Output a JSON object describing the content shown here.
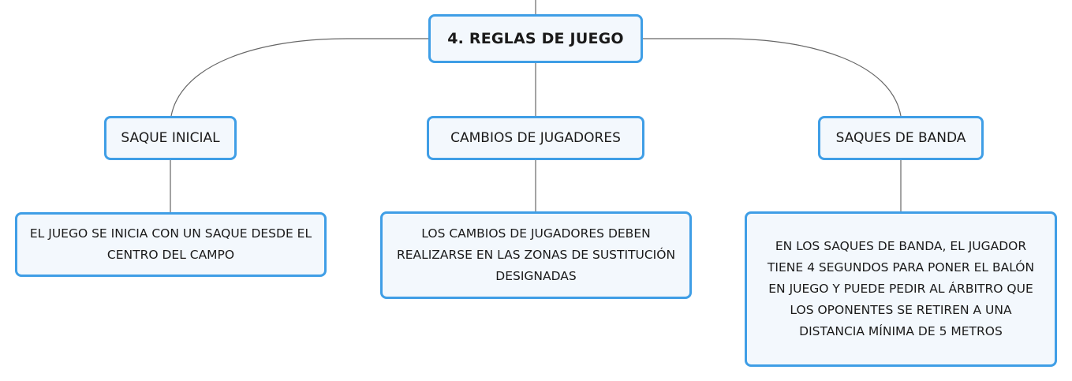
{
  "diagram": {
    "root": {
      "label": "4. REGLAS DE JUEGO"
    },
    "branches": [
      {
        "label": "SAQUE INICIAL",
        "detail": "EL JUEGO SE INICIA CON UN SAQUE DESDE EL CENTRO DEL CAMPO"
      },
      {
        "label": "CAMBIOS DE JUGADORES",
        "detail": "LOS CAMBIOS DE JUGADORES DEBEN REALIZARSE EN LAS ZONAS DE SUSTITUCIÓN DESIGNADAS"
      },
      {
        "label": "SAQUES DE BANDA",
        "detail": "EN LOS SAQUES DE BANDA, EL JUGADOR TIENE 4 SEGUNDOS PARA PONER EL BALÓN EN JUEGO Y PUEDE PEDIR AL ÁRBITRO QUE LOS OPONENTES SE RETIREN A UNA DISTANCIA MÍNIMA DE 5 METROS"
      }
    ]
  },
  "colors": {
    "node_border": "#3f9ee6",
    "node_fill": "#f3f8fd",
    "connector": "#666666",
    "text": "#1a1a1a"
  }
}
